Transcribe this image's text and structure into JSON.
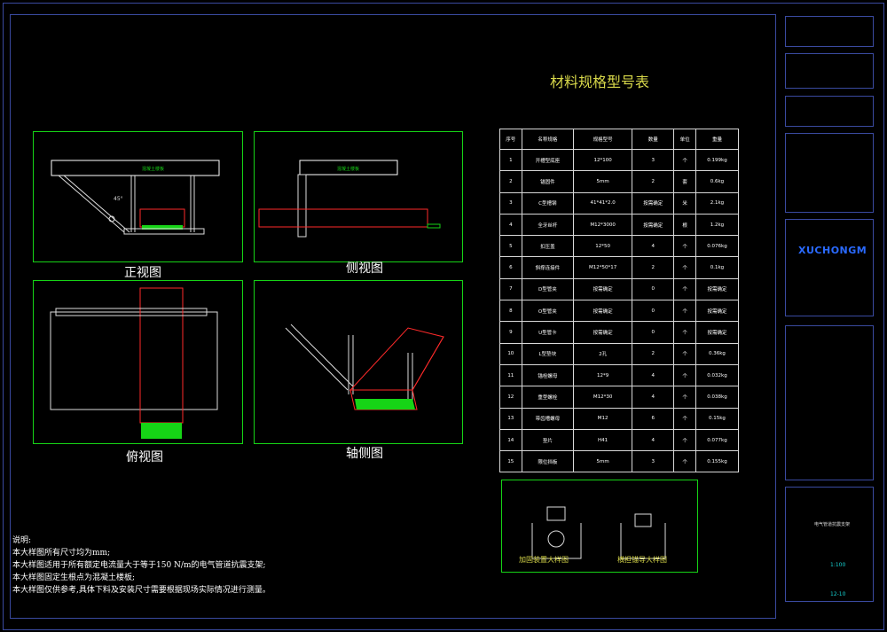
{
  "table_title": "材料规格型号表",
  "views": {
    "front": "正视图",
    "side": "侧视图",
    "top": "俯视图",
    "axo": "轴侧图"
  },
  "details": {
    "left": "加固装置大样图",
    "right": "横担锚导大样图"
  },
  "table": {
    "headers": [
      "序号",
      "名称规格",
      "规格型号",
      "数量",
      "单位",
      "重量"
    ],
    "rows": [
      [
        "1",
        "开槽型底座",
        "12*100",
        "3",
        "个",
        "0.199kg"
      ],
      [
        "2",
        "锚固件",
        "5mm",
        "2",
        "套",
        "0.6kg"
      ],
      [
        "3",
        "C型槽钢",
        "41*41*2.0",
        "按需确定",
        "米",
        "2.1kg"
      ],
      [
        "4",
        "全牙丝杆",
        "M12*3000",
        "按需确定",
        "根",
        "1.2kg"
      ],
      [
        "5",
        "扣压盖",
        "12*50",
        "4",
        "个",
        "0.076kg"
      ],
      [
        "6",
        "斜撑连接件",
        "M12*50*17",
        "2",
        "个",
        "0.1kg"
      ],
      [
        "7",
        "D型管夹",
        "按需确定",
        "0",
        "个",
        "按需确定"
      ],
      [
        "8",
        "O型管夹",
        "按需确定",
        "0",
        "个",
        "按需确定"
      ],
      [
        "9",
        "U型管卡",
        "按需确定",
        "0",
        "个",
        "按需确定"
      ],
      [
        "10",
        "L型垫块",
        "2孔",
        "2",
        "个",
        "0.36kg"
      ],
      [
        "11",
        "锚栓螺母",
        "12*9",
        "4",
        "个",
        "0.032kg"
      ],
      [
        "12",
        "重型螺栓",
        "M12*30",
        "4",
        "个",
        "0.038kg"
      ],
      [
        "13",
        "带齿槽螺母",
        "M12",
        "6",
        "个",
        "0.15kg"
      ],
      [
        "14",
        "垫片",
        "H41",
        "4",
        "个",
        "0.077kg"
      ],
      [
        "15",
        "限位挡板",
        "5mm",
        "3",
        "个",
        "0.155kg"
      ]
    ]
  },
  "notes": {
    "title": "说明:",
    "lines": [
      "本大样图所有尺寸均为mm;",
      "本大样图适用于所有额定电流量大于等于150 N/m的电气管道抗震支架;",
      "本大样图固定生根点为混凝土楼板;",
      "本大样图仅供参考,具体下料及安装尺寸需要根据现场实际情况进行测量。"
    ]
  },
  "beam_label": "混凝土楼板",
  "angle_label": "45°",
  "title_block": {
    "brand": "XUCHONGM",
    "scale": "1:100",
    "sheet_no": "12-10",
    "drawing_name": "电气管道抗震支架"
  },
  "colors": {
    "frame": "#3a4aa0",
    "green": "#16d416",
    "red": "#ff2a2a",
    "title_yellow": "#d8d84a"
  }
}
